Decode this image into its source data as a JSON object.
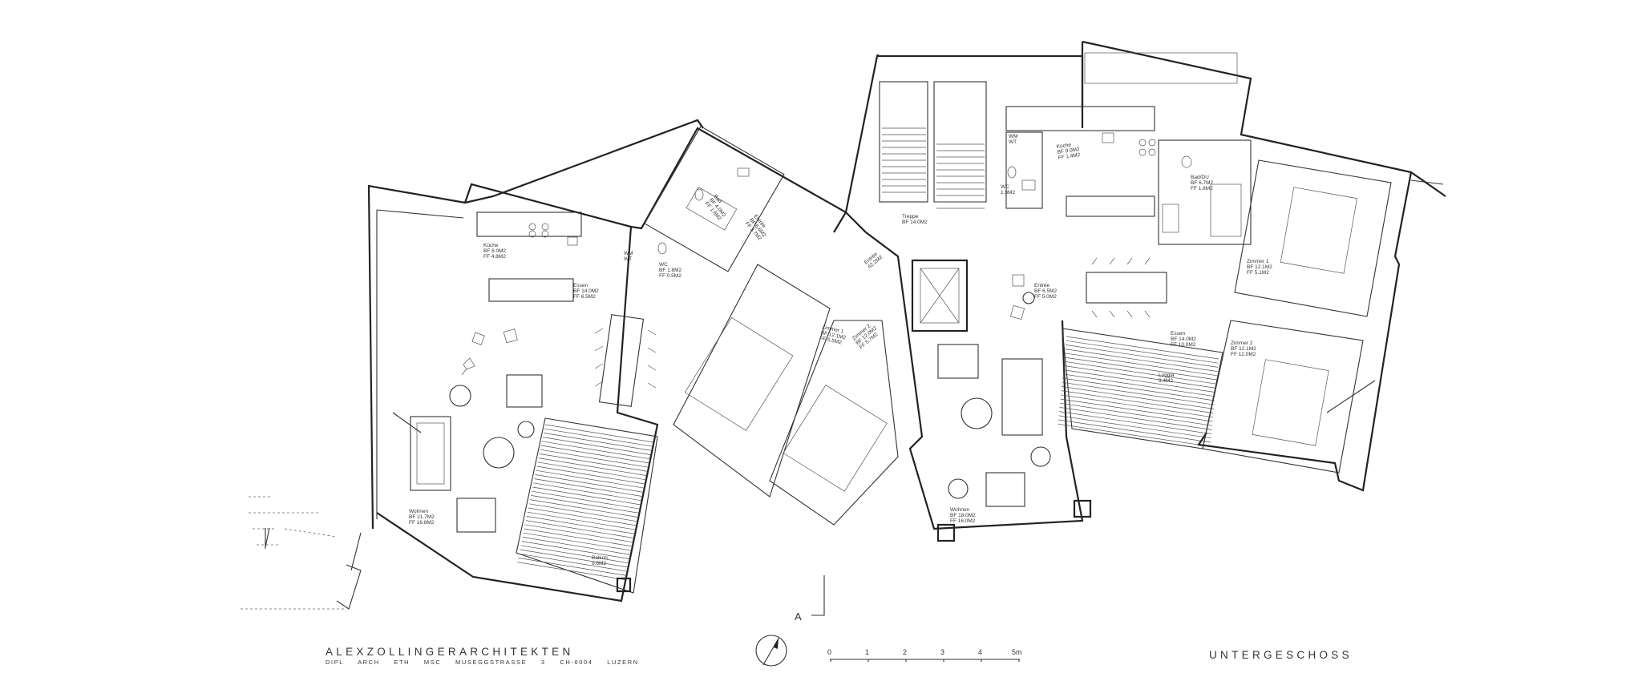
{
  "office": {
    "name": "ALEXZOLLINGERARCHITEKTEN",
    "details": "DIPL ARCH ETH MSC   MUSEGGSTRASSE 3   CH-6004 LUZERN"
  },
  "drawing_title": "UNTERGESCHOSS",
  "section_marker": "A",
  "scale_bar": {
    "ticks": [
      "0",
      "1",
      "2",
      "3",
      "4",
      "5m"
    ]
  },
  "rooms": [
    {
      "name": "Küche",
      "lines": [
        "BF 8.0M2",
        "FF 4.8M2"
      ]
    },
    {
      "name": "Bad",
      "lines": [
        "BF 4.0M2",
        "FF 1.6M2"
      ]
    },
    {
      "name": "WC",
      "lines": [
        "BF 1.8M2",
        "FF 0.5M2"
      ]
    },
    {
      "name": "Entrée",
      "lines": [
        "BF 6.6M2",
        "FF 3.7M2"
      ]
    },
    {
      "name": "Essen",
      "lines": [
        "BF 14.0M2",
        "FF 6.5M2"
      ]
    },
    {
      "name": "Wohnen",
      "lines": [
        "BF 21.7M2",
        "FF 16.8M2"
      ]
    },
    {
      "name": "Balkon",
      "lines": [
        "9.6M2"
      ]
    },
    {
      "name": "Zimmer 1",
      "lines": [
        "BF 12.1M2",
        "FF 5.5M2"
      ]
    },
    {
      "name": "Zimmer 2",
      "lines": [
        "BF 12.0M2",
        "FF 5.7M2"
      ]
    },
    {
      "name": "Treppe",
      "lines": [
        "BF 14.0M2"
      ]
    },
    {
      "name": "Entrée",
      "lines": [
        "42.2M2"
      ]
    },
    {
      "name": "Küche",
      "lines": [
        "BF 9.0M2",
        "FF 1.4M2"
      ]
    },
    {
      "name": "WC",
      "lines": [
        "1.3M2"
      ]
    },
    {
      "name": "Bad/DU",
      "lines": [
        "BF 6.7M2",
        "FF 1.8M2"
      ]
    },
    {
      "name": "Entrée",
      "lines": [
        "BF 6.5M2",
        "FF 5.0M2"
      ]
    },
    {
      "name": "Essen",
      "lines": [
        "BF 14.0M2",
        "FF 10.0M2"
      ]
    },
    {
      "name": "Zimmer 1",
      "lines": [
        "BF 12.1M2",
        "FF 5.1M2"
      ]
    },
    {
      "name": "Zimmer 2",
      "lines": [
        "BF 12.1M2",
        "FF 12.0M2"
      ]
    },
    {
      "name": "Wohnen",
      "lines": [
        "BF 18.0M2",
        "FF 16.0M2"
      ]
    },
    {
      "name": "Loggia",
      "lines": [
        "9.4M2"
      ]
    }
  ],
  "fixture_tags": [
    {
      "top": "WM",
      "bottom": "WT"
    },
    {
      "top": "WM",
      "bottom": "WT"
    }
  ]
}
